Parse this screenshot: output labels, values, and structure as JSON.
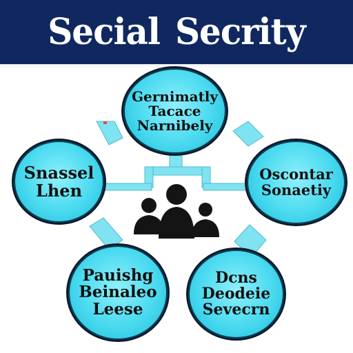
{
  "header": {
    "title_word1": "Secial",
    "title_word2": "Secrity",
    "background": "#10285f"
  },
  "nodes": {
    "top": {
      "lines": [
        "Gernimatly",
        "Tacace",
        "Narnibely"
      ]
    },
    "left": {
      "lines": [
        "Snassel",
        "Lhen"
      ]
    },
    "right": {
      "lines": [
        "Oscontar",
        "Sonaetiy"
      ]
    },
    "bottom_left": {
      "lines": [
        "Pauishg",
        "Beinaleo",
        "Leese"
      ]
    },
    "bottom_right": {
      "lines": [
        "Dcns",
        "Deodeie",
        "Sevecrn"
      ]
    }
  },
  "colors": {
    "node_fill": "#48d9ef",
    "connector": "#7fe3f2",
    "people": "#141414"
  },
  "icons": {
    "center": "people-group-icon"
  }
}
